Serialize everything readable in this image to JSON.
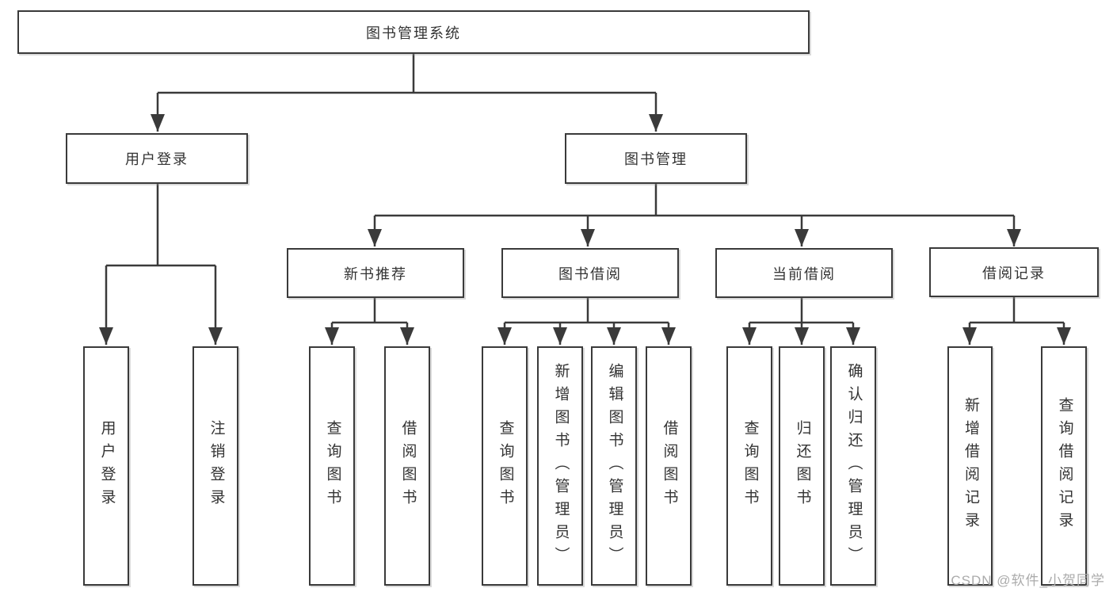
{
  "diagram": {
    "type": "hierarchy-flowchart",
    "nodes": {
      "root": "图书管理系统",
      "user_login": "用户登录",
      "book_mgmt": "图书管理",
      "new_book_rec": "新书推荐",
      "book_borrow": "图书借阅",
      "current_borrow": "当前借阅",
      "borrow_records": "借阅记录"
    },
    "leaves": {
      "login": [
        "用户登录",
        "注销登录"
      ],
      "recommend": [
        "查询图书",
        "借阅图书"
      ],
      "borrow": [
        "查询图书",
        "新增图书（管理员）",
        "编辑图书（管理员）",
        "借阅图书"
      ],
      "current": [
        "查询图书",
        "归还图书",
        "确认归还（管理员）"
      ],
      "records": [
        "新增借阅记录",
        "查询借阅记录"
      ]
    }
  },
  "watermark": "CSDN @软件_小贺同学",
  "colors": {
    "line": "#3a3a3a",
    "text": "#333333",
    "box_background": "#ffffff",
    "watermark": "#ababab",
    "background": "#ffffff"
  }
}
